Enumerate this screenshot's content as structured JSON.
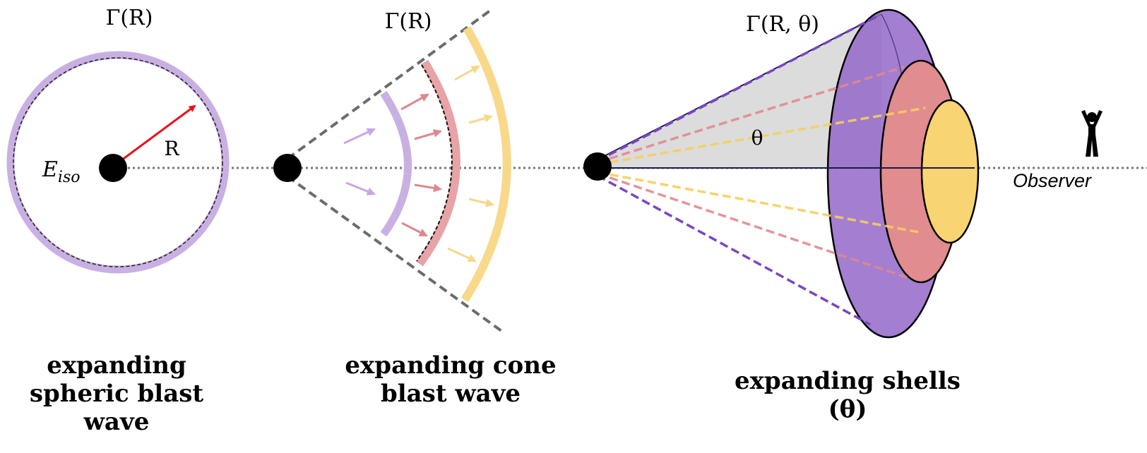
{
  "colors": {
    "purple_ring": "#c9b0e2",
    "purple_fill": "#9467c8",
    "pink": "#e8a3a7",
    "pink_fill": "#e18c8f",
    "yellow": "#f8d98a",
    "yellow_fill": "#f8d472",
    "grey_cone": "#dcdcdc",
    "red_arrow": "#e8121b",
    "dash_grey": "#6b6b6b"
  },
  "panel1": {
    "gamma_label": "Γ(R)",
    "radius_label": "R",
    "energy_label_base": "E",
    "energy_label_sub": "iso",
    "caption": "expanding\nspheric blast\nwave"
  },
  "panel2": {
    "gamma_label": "Γ(R)",
    "caption": "expanding cone\nblast wave"
  },
  "panel3": {
    "gamma_label": "Γ(R, θ)",
    "angle_label": "θ",
    "observer_label": "Observer",
    "caption": "expanding shells\n(θ)",
    "observer_icon": "person-icon"
  }
}
